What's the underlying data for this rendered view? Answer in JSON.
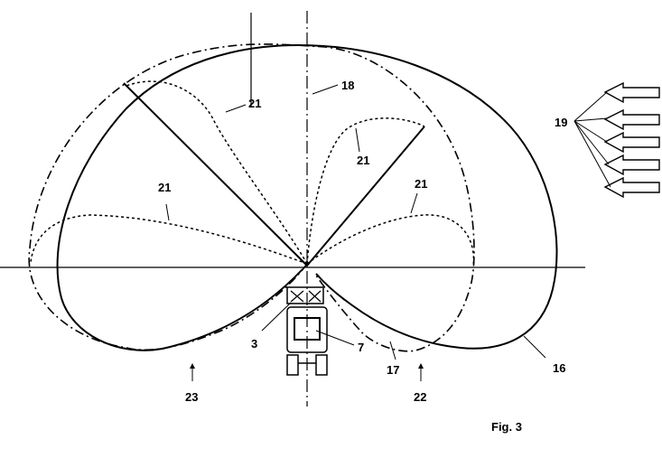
{
  "figure": {
    "caption": "Fig. 3"
  },
  "labels": {
    "l3": "3",
    "l7": "7",
    "l16": "16",
    "l17": "17",
    "l18": "18",
    "l19": "19",
    "l21a": "21",
    "l21b": "21",
    "l21c": "21",
    "l21d": "21",
    "l22": "22",
    "l23": "23"
  }
}
